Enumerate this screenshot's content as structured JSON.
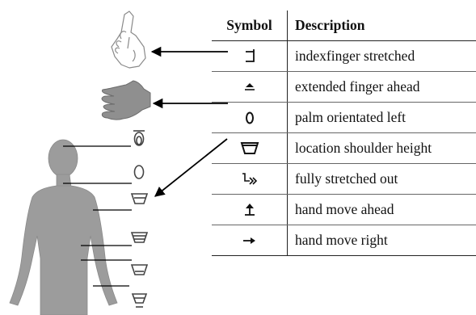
{
  "table": {
    "header": {
      "symbol": "Symbol",
      "description": "Description"
    },
    "rows": [
      {
        "icon": "index-finger-stretched-symbol",
        "description": "indexfinger stretched"
      },
      {
        "icon": "extended-finger-ahead-symbol",
        "description": "extended finger ahead"
      },
      {
        "icon": "palm-orientated-left-symbol",
        "description": "palm orientated left"
      },
      {
        "icon": "shoulder-height-location-symbol",
        "description": "location shoulder height"
      },
      {
        "icon": "fully-stretched-out-symbol",
        "description": "fully stretched out"
      },
      {
        "icon": "hand-move-ahead-symbol",
        "description": "hand move ahead"
      },
      {
        "icon": "hand-move-right-symbol",
        "description": "hand move right"
      }
    ]
  },
  "illustrations": {
    "pointing_hand": "pointing-index-finger-hand-icon",
    "flat_hand": "flat-hand-palm-icon",
    "body": "human-body-silhouette-icon"
  },
  "colors": {
    "silhouette": "#9c9c9c",
    "line": "#000000",
    "border": "#222222"
  }
}
